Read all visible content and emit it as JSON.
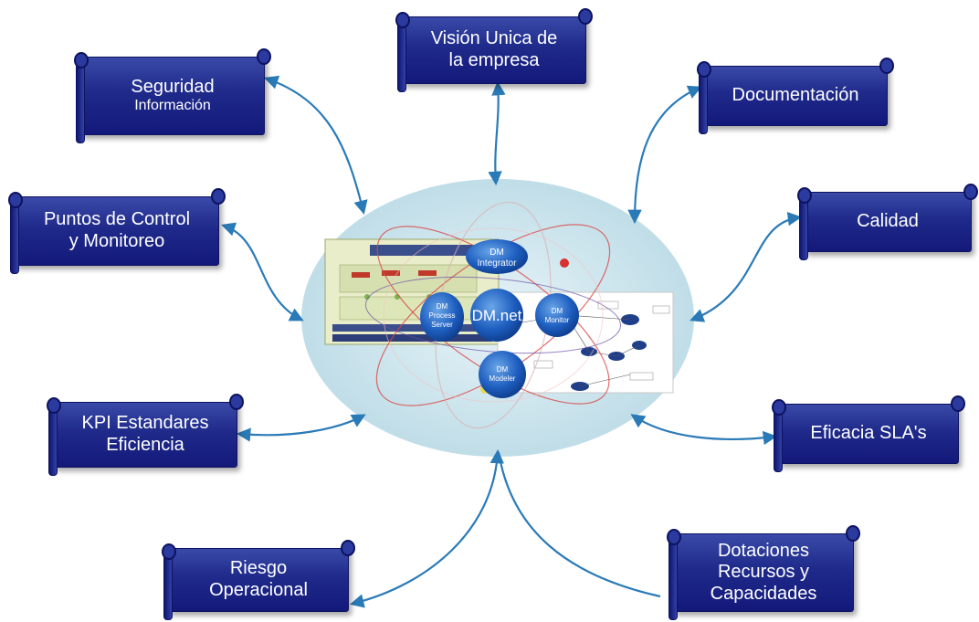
{
  "nodes": {
    "seguridad": {
      "line1": "Seguridad",
      "line2": "Información"
    },
    "vision": {
      "line1": "Visión Unica de",
      "line2": "la empresa"
    },
    "documentacion": {
      "line1": "Documentación"
    },
    "puntos": {
      "line1": "Puntos de Control",
      "line2": "y Monitoreo"
    },
    "calidad": {
      "line1": "Calidad"
    },
    "kpi": {
      "line1": "KPI  Estandares",
      "line2": "Eficiencia"
    },
    "eficacia": {
      "line1": "Eficacia SLA's"
    },
    "riesgo": {
      "line1": "Riesgo",
      "line2": "Operacional"
    },
    "dotaciones": {
      "line1": "Dotaciones",
      "line2": "Recursos y",
      "line3": "Capacidades"
    }
  },
  "hub": {
    "center": "DM.net",
    "integrator": {
      "line1": "DM",
      "line2": "Integrator"
    },
    "process": {
      "line1": "DM",
      "line2": "Process",
      "line3": "Server"
    },
    "monitor": {
      "line1": "DM",
      "line2": "Monitor"
    },
    "modeler": {
      "line1": "DM",
      "line2": "Modeler"
    }
  },
  "colors": {
    "scroll": "#1f2a8a",
    "arrow": "#2a7ab8",
    "ellipse": "#cfe6ee"
  }
}
